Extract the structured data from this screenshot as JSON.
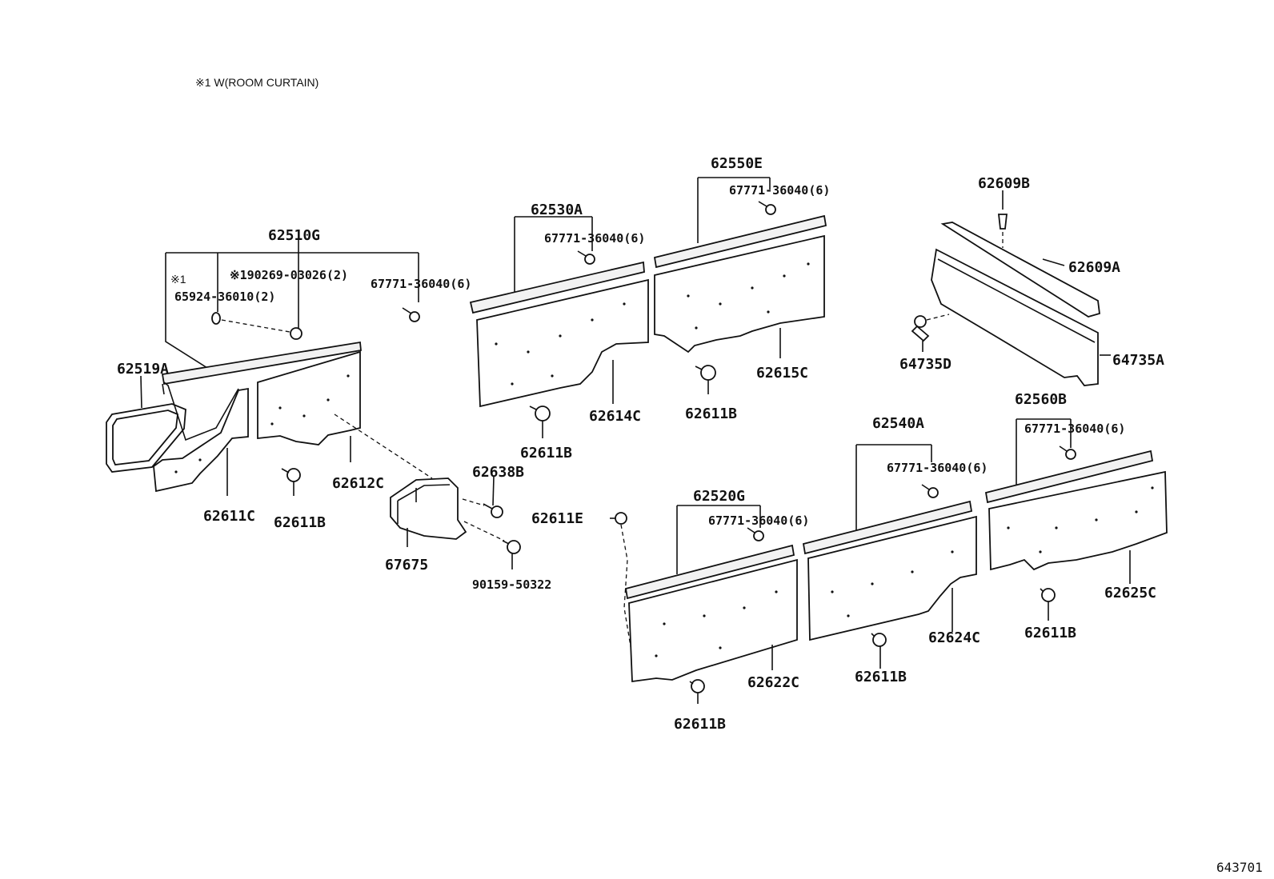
{
  "note": "※1 W(ROOM CURTAIN)",
  "ref_number": "643701",
  "labels": {
    "l62510G": "62510G",
    "lmark1": "※1",
    "l65924": "65924-36010(2)",
    "l90269": "※190269-03026(2)",
    "l67771_a": "67771-36040(6)",
    "l62519A": "62519A",
    "l62611C": "62611C",
    "l62612C": "62612C",
    "l62611B_a": "62611B",
    "l62530A": "62530A",
    "l67771_b": "67771-36040(6)",
    "l62550E": "62550E",
    "l67771_c": "67771-36040(6)",
    "l62614C": "62614C",
    "l62611B_b": "62611B",
    "l62611B_c": "62611B",
    "l62615C": "62615C",
    "l62609B": "62609B",
    "l62609A": "62609A",
    "l64735D": "64735D",
    "l64735A": "64735A",
    "l62638B": "62638B",
    "l67675": "67675",
    "l90159": "90159-50322",
    "l62611E": "62611E",
    "l62520G": "62520G",
    "l67771_d": "67771-36040(6)",
    "l62540A": "62540A",
    "l67771_e": "67771-36040(6)",
    "l62560B": "62560B",
    "l67771_f": "67771-36040(6)",
    "l62622C": "62622C",
    "l62611B_d": "62611B",
    "l62624C": "62624C",
    "l62611B_e": "62611B",
    "l62625C": "62625C",
    "l62611B_f": "62611B"
  }
}
